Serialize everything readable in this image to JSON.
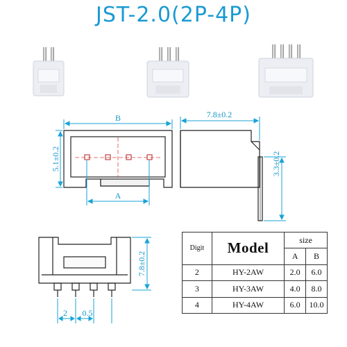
{
  "title": "JST-2.0(2P-4P)",
  "dimensions": {
    "b": "B",
    "a": "A",
    "height_front": "5.1±0.2",
    "depth_side": "7.8±0.2",
    "pin_height": "3.3±0.2",
    "height_bottom": "7.8±0.2",
    "pitch": "2",
    "pin_width": "0.5"
  },
  "table": {
    "headers": {
      "digit": "Digit",
      "model": "Model",
      "size": "size",
      "a": "A",
      "b": "B"
    },
    "rows": [
      {
        "digit": "2",
        "model": "HY-2AW",
        "a": "2.0",
        "b": "6.0"
      },
      {
        "digit": "3",
        "model": "HY-3AW",
        "a": "4.0",
        "b": "8.0"
      },
      {
        "digit": "4",
        "model": "HY-4AW",
        "a": "6.0",
        "b": "10.0"
      }
    ]
  },
  "colors": {
    "accent": "#1a9ad2",
    "dimension": "#1aa3d6",
    "connector": "#f0f1f5"
  }
}
